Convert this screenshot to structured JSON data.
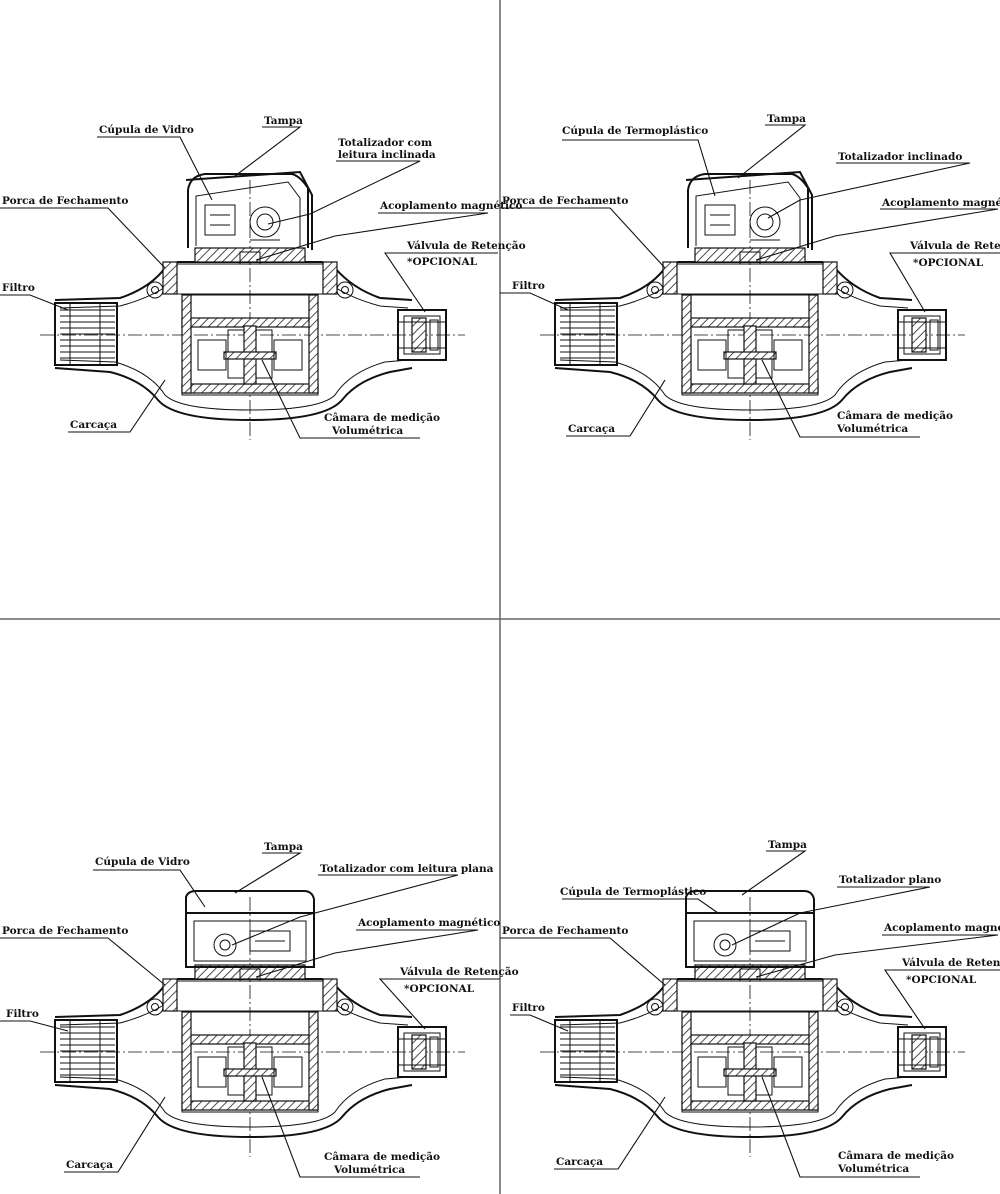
{
  "panels": [
    {
      "id": "tl",
      "labels": {
        "dome": "Cúpula de Vidro",
        "cover": "Tampa",
        "register_1": "Totalizador com",
        "register_2": "leitura inclinada",
        "coupling": "Acoplamento magnético",
        "ring": "Porca de Fechamento",
        "valve": "Válvula de Retenção",
        "optional": "*OPCIONAL",
        "filter": "Filtro",
        "housing": "Carcaça",
        "chamber_1": "Câmara de medição",
        "chamber_2": "Volumétrica"
      }
    },
    {
      "id": "tr",
      "labels": {
        "dome": "Cúpula de Termoplástico",
        "cover": "Tampa",
        "register_1": "Totalizador inclinado",
        "register_2": "",
        "coupling": "Acoplamento magnético",
        "ring": "Porca de Fechamento",
        "valve": "Válvula de Retenção",
        "optional": "*OPCIONAL",
        "filter": "Filtro",
        "housing": "Carcaça",
        "chamber_1": "Câmara de medição",
        "chamber_2": "Volumétrica"
      }
    },
    {
      "id": "bl",
      "labels": {
        "dome": "Cúpula de Vidro",
        "cover": "Tampa",
        "register_1": "Totalizador com leitura plana",
        "register_2": "",
        "coupling": "Acoplamento magnético",
        "ring": "Porca de Fechamento",
        "valve": "Válvula de Retenção",
        "optional": "*OPCIONAL",
        "filter": "Filtro",
        "housing": "Carcaça",
        "chamber_1": "Câmara de medição",
        "chamber_2": "Volumétrica"
      }
    },
    {
      "id": "br",
      "labels": {
        "dome": "Cúpula de Termoplástico",
        "cover": "Tampa",
        "register_1": "Totalizador plano",
        "register_2": "",
        "coupling": "Acoplamento magnético",
        "ring": "Porca de Fechamento",
        "valve": "Válvula de Retenção",
        "optional": "*OPCIONAL",
        "filter": "Filtro",
        "housing": "Carcaça",
        "chamber_1": "Câmara de medição",
        "chamber_2": "Volumétrica"
      }
    }
  ]
}
